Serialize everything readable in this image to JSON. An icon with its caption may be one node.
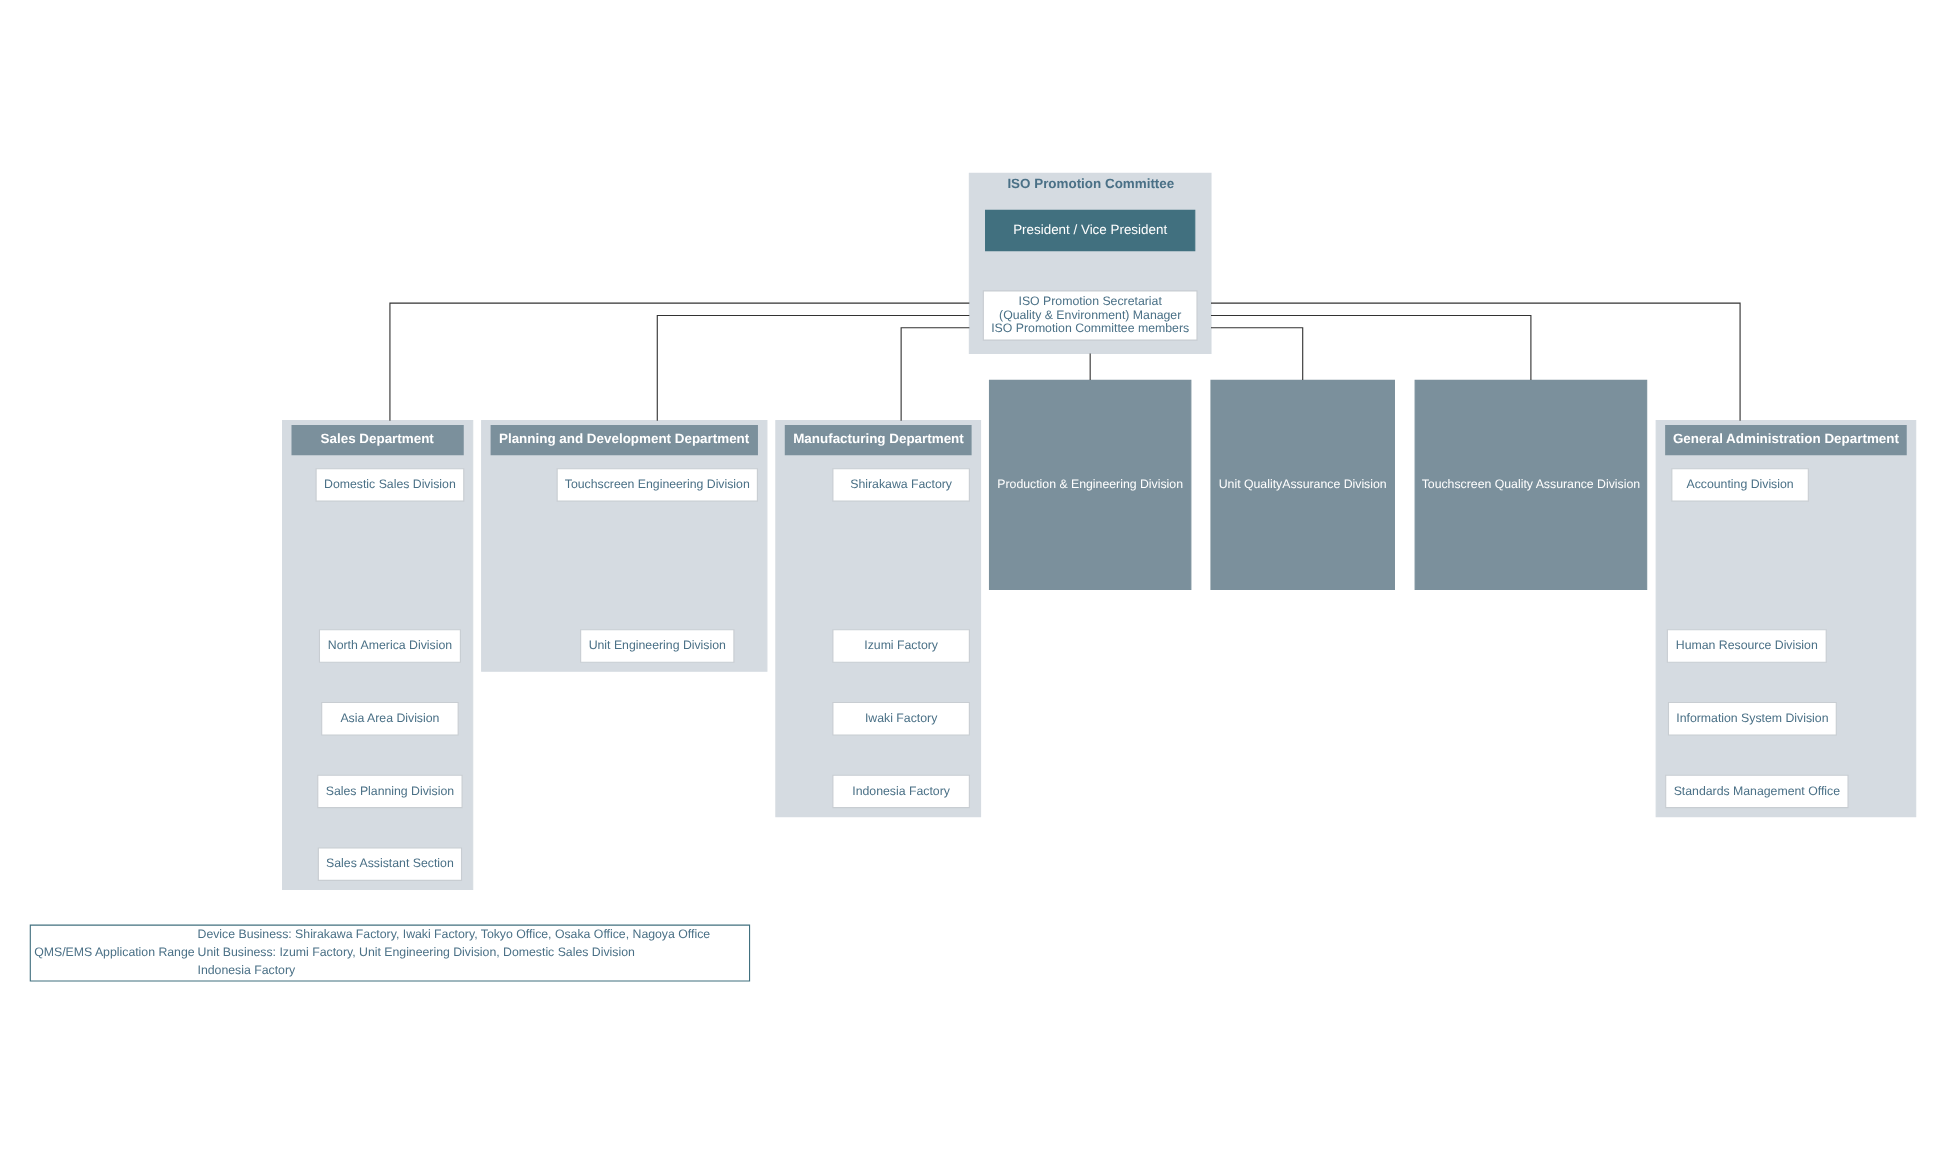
{
  "diagram": {
    "nodes": [
      {
        "text": [
          "ISO Promotion Committee"
        ]
      },
      {
        "text": [
          "President / Vice President"
        ],
        "in": 0
      },
      {
        "text": [
          "ISO Promotion Secretariat",
          "(Quality & Environment) Manager",
          "ISO Promotion Committee members"
        ],
        "in": 0
      },
      {
        "text": [
          "Sales Department"
        ]
      },
      {
        "text": [
          "Domestic Sales Division"
        ],
        "in": 3
      },
      {
        "text": [
          "North America Division"
        ],
        "in": 3
      },
      {
        "text": [
          "Asia Area Division"
        ],
        "in": 3
      },
      {
        "text": [
          "Sales Planning Division"
        ],
        "in": 3
      },
      {
        "text": [
          "Sales Assistant Section"
        ],
        "in": 3
      },
      {
        "text": [
          "Planning and Development Department"
        ]
      },
      {
        "text": [
          "Touchscreen Engineering Division"
        ],
        "in": 9
      },
      {
        "text": [
          "Unit Engineering Division"
        ],
        "in": 9
      },
      {
        "text": [
          "Manufacturing Department"
        ]
      },
      {
        "text": [
          "Shirakawa Factory"
        ],
        "in": 12
      },
      {
        "text": [
          "Izumi Factory"
        ],
        "in": 12
      },
      {
        "text": [
          "Iwaki Factory"
        ],
        "in": 12
      },
      {
        "text": [
          "Indonesia Factory"
        ],
        "in": 12
      },
      {
        "text": [
          "Production & Engineering Division"
        ]
      },
      {
        "text": [
          "Unit QualityAssurance Division"
        ]
      },
      {
        "text": [
          "Touchscreen Quality Assurance Division"
        ]
      },
      {
        "text": [
          "General Administration Department"
        ]
      },
      {
        "text": [
          "Accounting Division"
        ],
        "in": 20
      },
      {
        "text": [
          "Human Resource Division"
        ],
        "in": 20
      },
      {
        "text": [
          "Information System Division"
        ],
        "in": 20
      },
      {
        "text": [
          "Standards Management Office"
        ],
        "in": 20
      }
    ],
    "edges": [
      {
        "from": 0,
        "to": 3,
        "arrow": "none"
      },
      {
        "from": 0,
        "to": 9,
        "arrow": "none"
      },
      {
        "from": 0,
        "to": 12,
        "arrow": "none"
      },
      {
        "from": 0,
        "to": 17,
        "arrow": "none"
      },
      {
        "from": 0,
        "to": 18,
        "arrow": "none"
      },
      {
        "from": 0,
        "to": 19,
        "arrow": "none"
      },
      {
        "from": 0,
        "to": 20,
        "arrow": "none"
      }
    ],
    "labels": [
      "QMS/EMS Application Range",
      "Device Business: Shirakawa Factory, Iwaki Factory, Tokyo Office, Osaka Office, Nagoya Office",
      "Unit Business: Izumi Factory, Unit Engineering Division, Domestic Sales Division",
      "Indonesia Factory"
    ]
  }
}
